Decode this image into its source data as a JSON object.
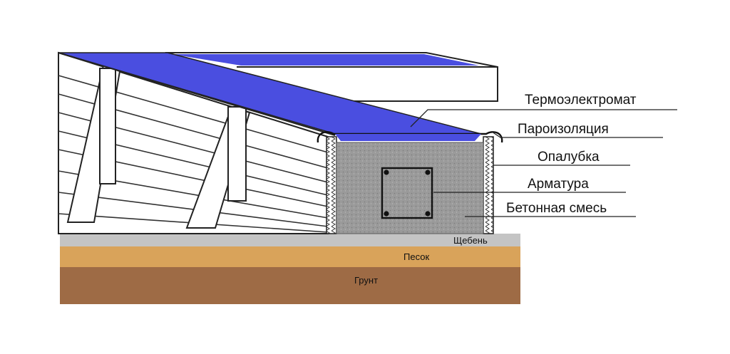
{
  "labels": {
    "thermomat": "Термоэлектромат",
    "vapor_barrier": "Пароизоляция",
    "formwork": "Опалубка",
    "rebar": "Арматура",
    "concrete": "Бетонная смесь"
  },
  "ground_layers": {
    "gravel": "Щебень",
    "sand": "Песок",
    "soil": "Грунт"
  },
  "colors": {
    "thermomat": "#4a4ee0",
    "concrete": "#9a9a9a",
    "gravel": "#c4c4c4",
    "sand": "#d9a35a",
    "soil": "#9e6b45",
    "formwork": "#ffffff"
  }
}
